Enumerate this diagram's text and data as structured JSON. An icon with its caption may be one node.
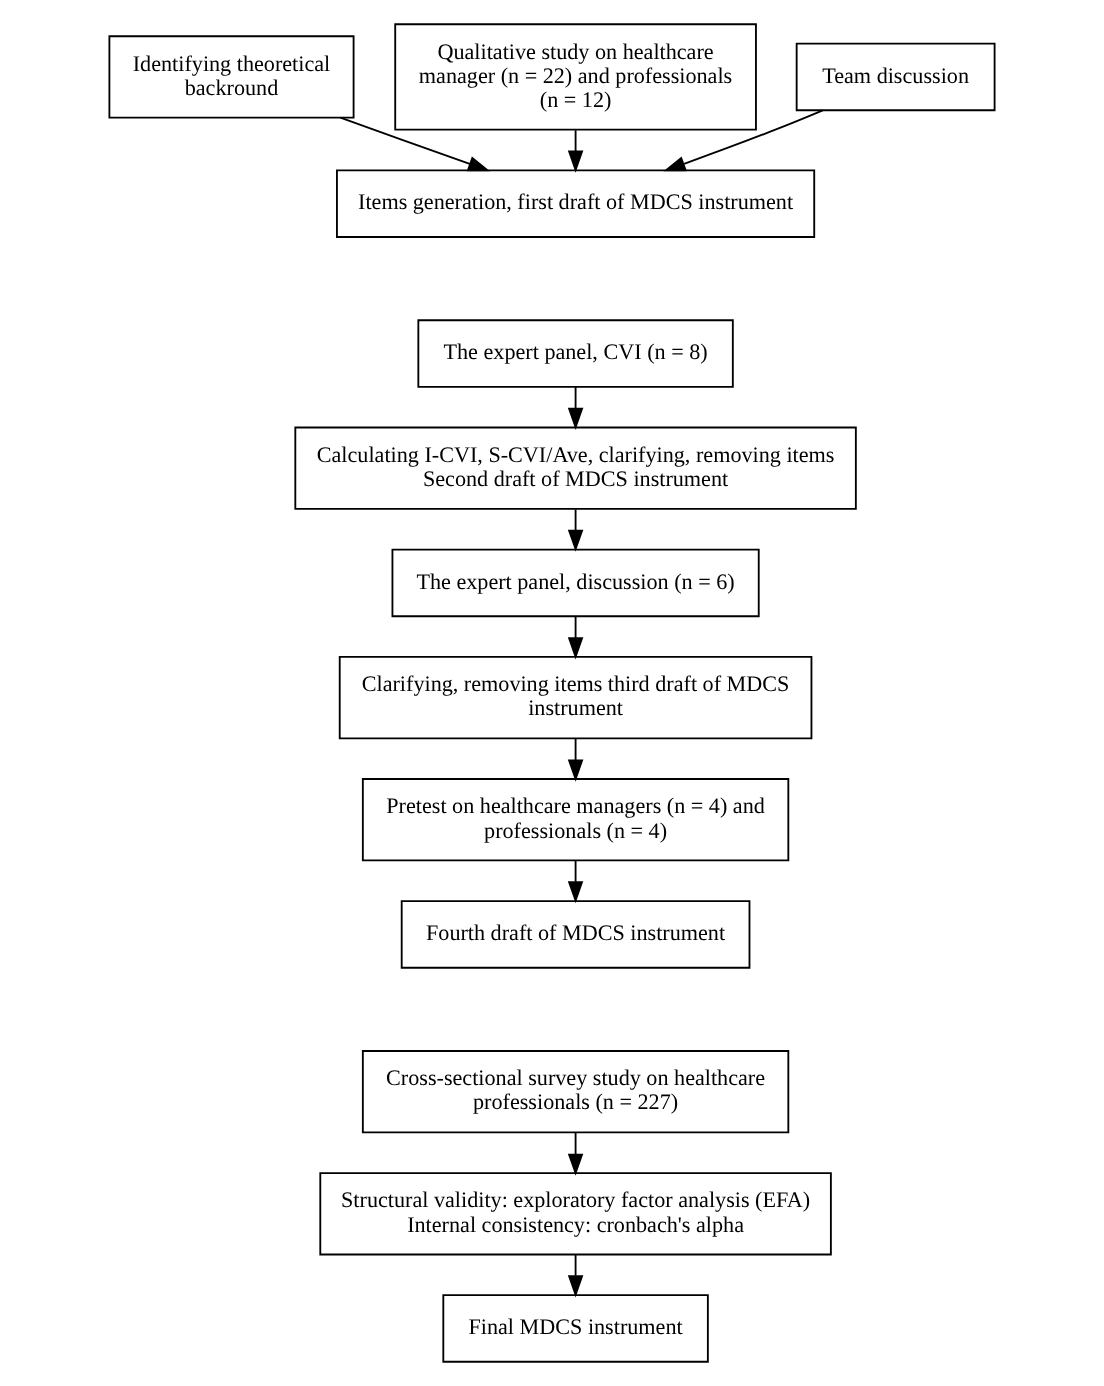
{
  "diagram": {
    "nodes": [
      {
        "text": [
          "Identifying theoretical backround"
        ]
      },
      {
        "text": [
          "Qualitative study on healthcare manager (n = 22) and professionals (n = 12)"
        ]
      },
      {
        "text": [
          "Team discussion"
        ]
      },
      {
        "text": [
          "Items generation, first draft of MDCS instrument"
        ]
      },
      {
        "text": [
          "The expert panel, CVI (n = 8)"
        ]
      },
      {
        "text": [
          "Calculating I-CVI, S-CVI/Ave, clarifying, removing items Second draft of MDCS instrument"
        ]
      },
      {
        "text": [
          "The expert panel, discussion (n = 6)"
        ]
      },
      {
        "text": [
          "Clarifying, removing items third draft of MDCS instrument"
        ]
      },
      {
        "text": [
          "Pretest on healthcare managers (n = 4) and professionals (n = 4)"
        ]
      },
      {
        "text": [
          "Fourth draft of MDCS instrument"
        ]
      },
      {
        "text": [
          "Cross-sectional survey study on healthcare professionals (n = 227)"
        ]
      },
      {
        "text": [
          "Structural validity: exploratory factor analysis (EFA) Internal consistency: cronbach's alpha"
        ]
      },
      {
        "text": [
          "Final MDCS instrument"
        ]
      }
    ],
    "edges": [
      {
        "from": 0,
        "to": 3,
        "arrow": "to"
      },
      {
        "from": 1,
        "to": 3,
        "arrow": "to"
      },
      {
        "from": 2,
        "to": 3,
        "arrow": "to"
      },
      {
        "from": 4,
        "to": 5,
        "arrow": "to"
      },
      {
        "from": 5,
        "to": 6,
        "arrow": "to"
      },
      {
        "from": 6,
        "to": 7,
        "arrow": "to"
      },
      {
        "from": 7,
        "to": 8,
        "arrow": "to"
      },
      {
        "from": 8,
        "to": 9,
        "arrow": "to"
      },
      {
        "from": 10,
        "to": 11,
        "arrow": "to"
      },
      {
        "from": 11,
        "to": 12,
        "arrow": "to"
      }
    ]
  }
}
